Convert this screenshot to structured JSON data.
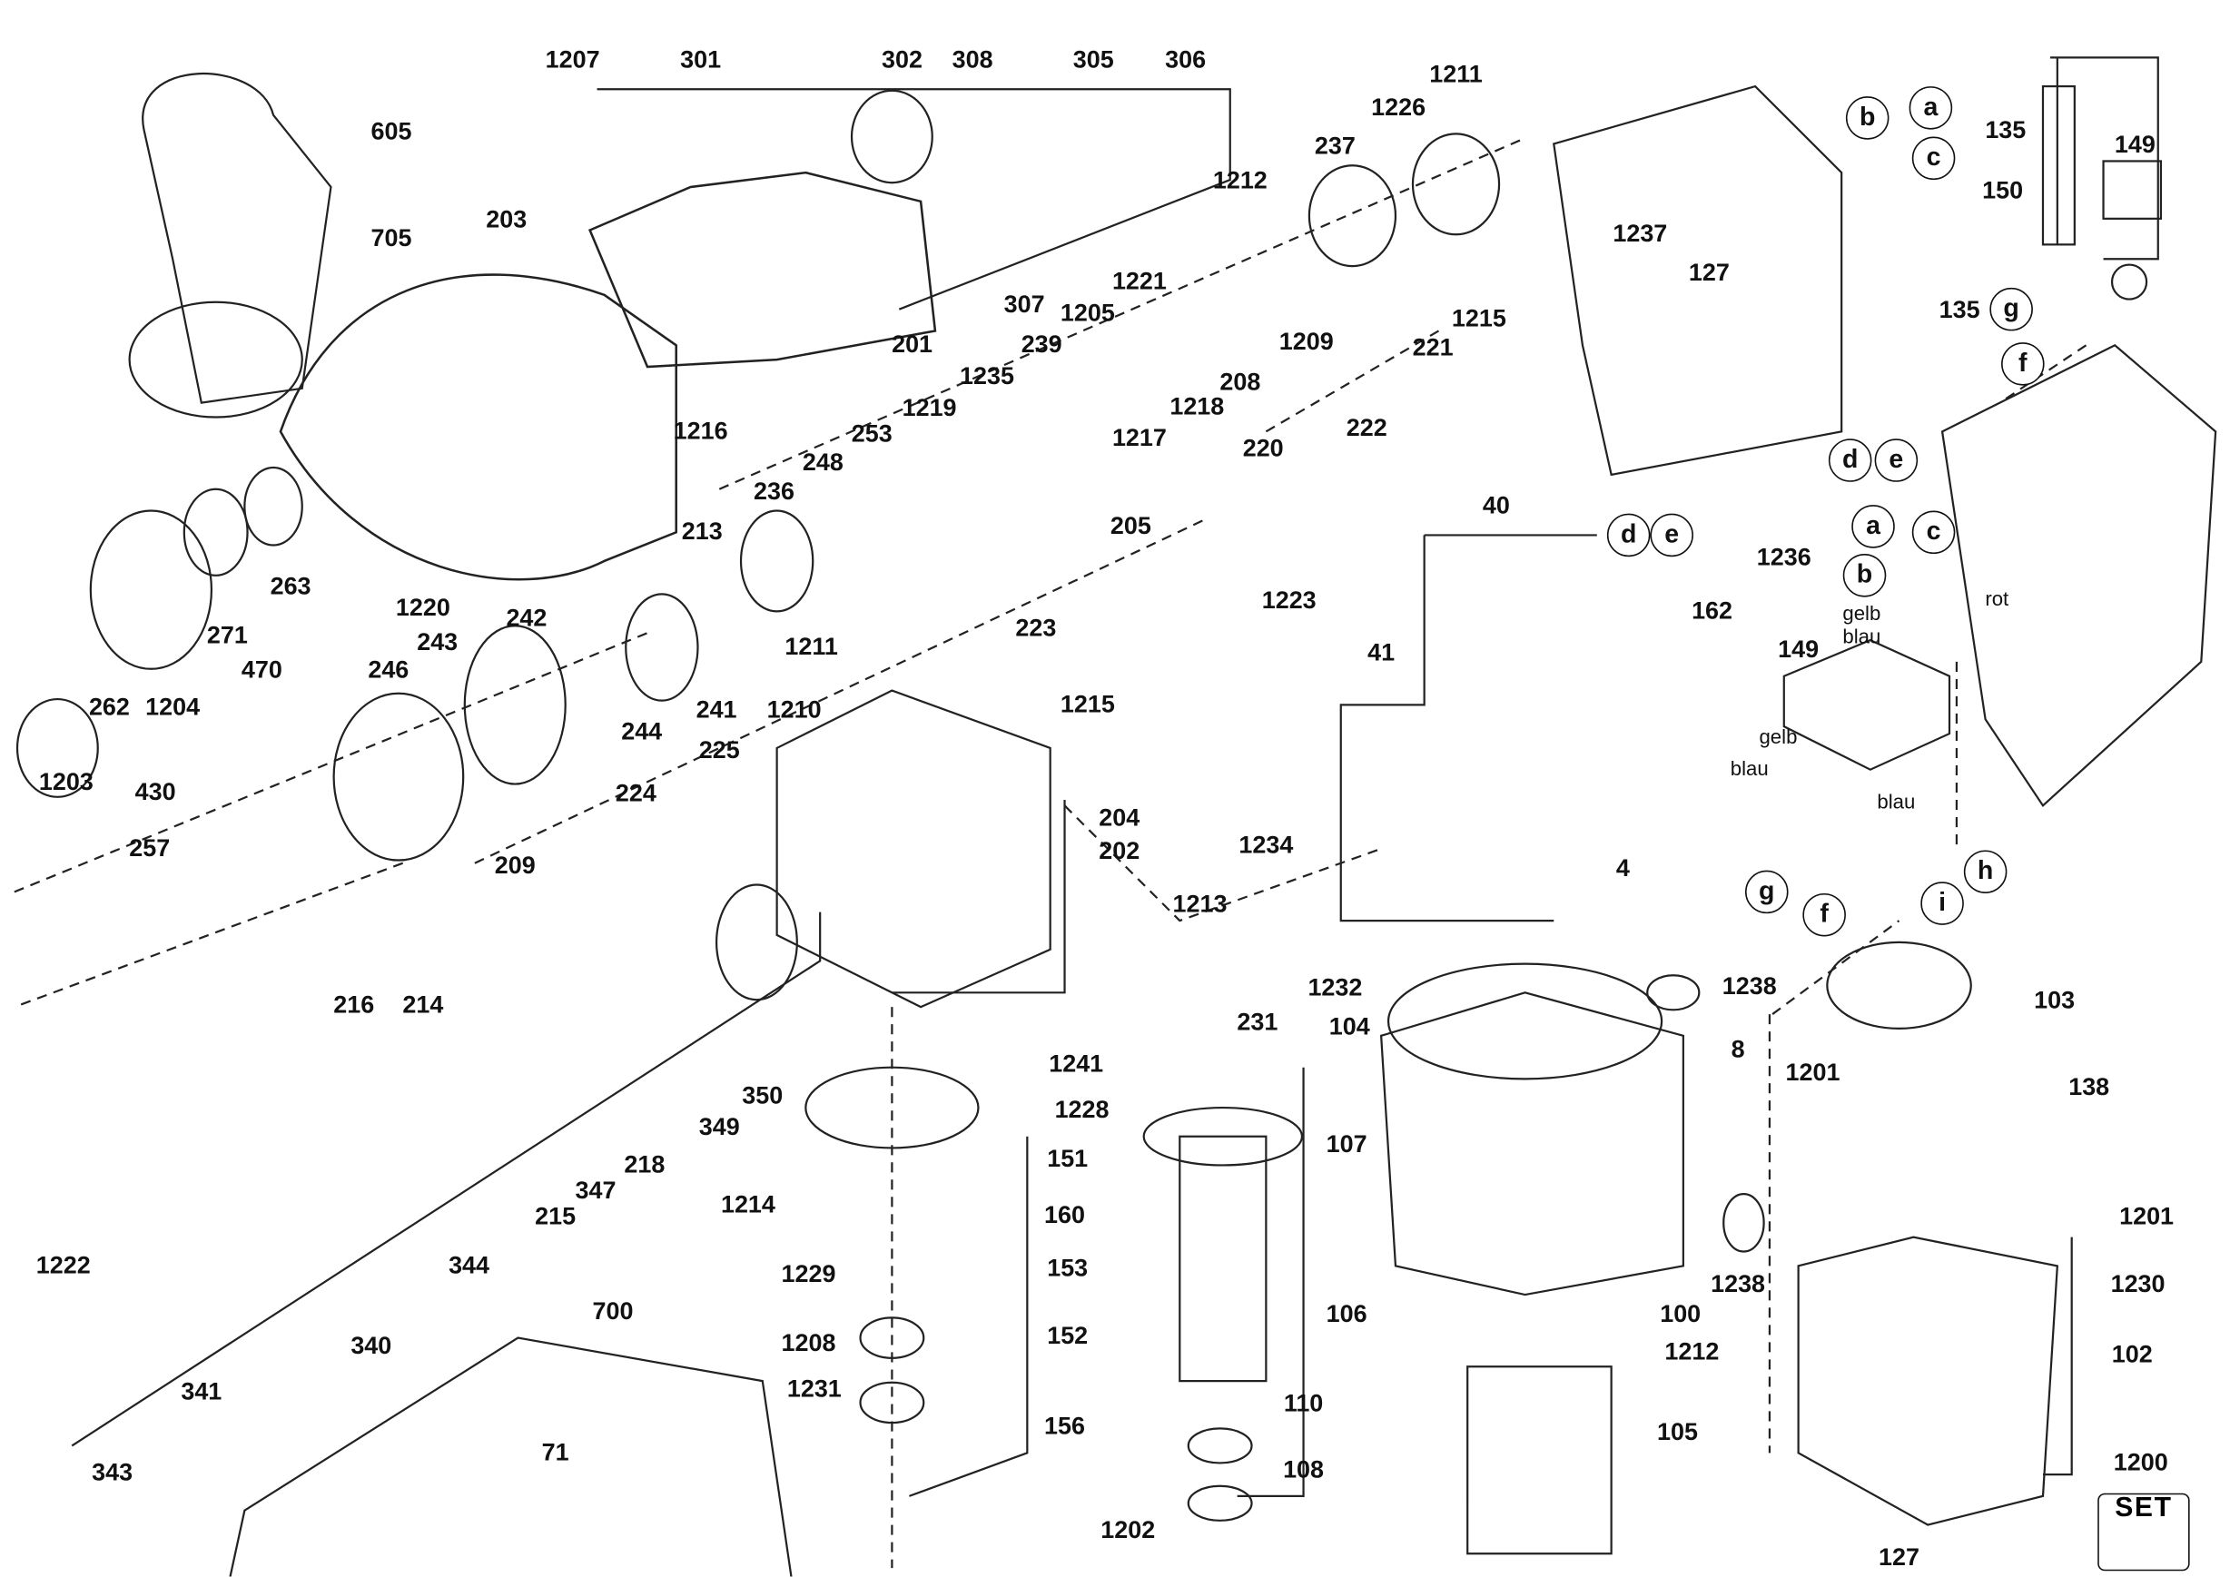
{
  "diagram": {
    "type": "exploded parts diagram",
    "part_labels": [
      "1207",
      "301",
      "302",
      "308",
      "305",
      "306",
      "605",
      "705",
      "203",
      "1226",
      "1211",
      "237",
      "1212",
      "1221",
      "1205",
      "239",
      "307",
      "201",
      "208",
      "1209",
      "1218",
      "1217",
      "1235",
      "1219",
      "253",
      "248",
      "236",
      "222",
      "221",
      "1215",
      "220",
      "1216",
      "213",
      "205",
      "1223",
      "40",
      "41",
      "162",
      "4",
      "1220",
      "263",
      "271",
      "470",
      "1204",
      "262",
      "1203",
      "242",
      "243",
      "246",
      "244",
      "241",
      "1211",
      "1210",
      "223",
      "1215",
      "225",
      "224",
      "430",
      "257",
      "209",
      "204",
      "202",
      "1234",
      "1213",
      "1232",
      "231",
      "216",
      "214",
      "350",
      "349",
      "218",
      "347",
      "215",
      "344",
      "1222",
      "341",
      "340",
      "343",
      "700",
      "71",
      "1241",
      "1228",
      "151",
      "160",
      "1214",
      "1229",
      "153",
      "1208",
      "152",
      "1231",
      "156",
      "107",
      "106",
      "110",
      "108",
      "1202",
      "104",
      "1238",
      "8",
      "1238",
      "100",
      "1212",
      "105",
      "1236",
      "1237",
      "127",
      "135",
      "150",
      "135",
      "149",
      "149",
      "103",
      "1201",
      "138",
      "1201",
      "1230",
      "102",
      "1200",
      "127"
    ],
    "connector_callouts": [
      "a",
      "b",
      "c",
      "g",
      "f",
      "d",
      "e",
      "d",
      "e",
      "a",
      "c",
      "b",
      "h",
      "i",
      "g",
      "f"
    ],
    "wire_colors": [
      "gelb",
      "blau",
      "rot",
      "gelb",
      "blau",
      "blau"
    ],
    "set_badge": "SET"
  }
}
